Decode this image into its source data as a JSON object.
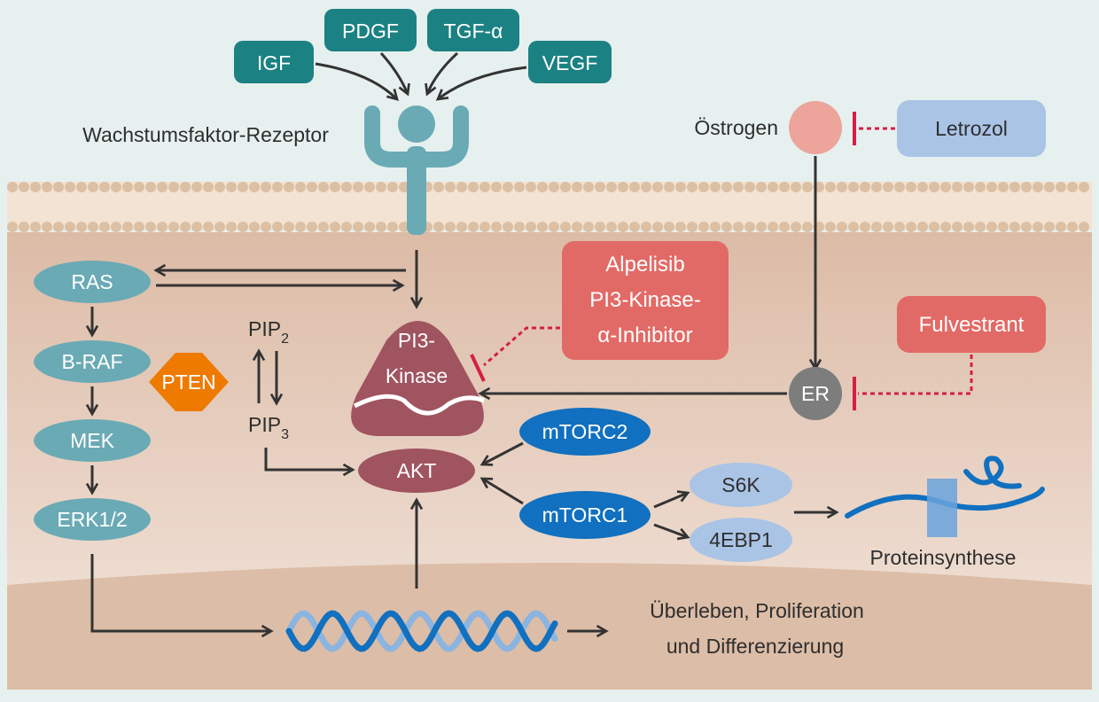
{
  "colors": {
    "background": "#e6f0ef",
    "membrane": "#f2e3d3",
    "lipid_head": "#dcc0a4",
    "cytoplasm_top": "#dcbba6",
    "cytoplasm_bottom": "#f2e4db",
    "nucleus": "#dcbda7",
    "growth_factor": "#1c8182",
    "receptor": "#6aaab5",
    "mapk_node": "#6aaab5",
    "pten": "#ee7a00",
    "pi3k_akt": "#a05460",
    "mtorc": "#1170bf",
    "mtorc_targets": "#aac4e6",
    "estrogen": "#eca49b",
    "letrozole": "#aac4e6",
    "er": "#7d7d7d",
    "drug": "#e26a66",
    "inhibition": "#d51f44",
    "arrow": "#333333",
    "dna_dark": "#1170bf",
    "dna_light": "#8bb4e0"
  },
  "growth_factors": {
    "igf": "IGF",
    "pdgf": "PDGF",
    "tgf": "TGF-α",
    "vegf": "VEGF"
  },
  "receptor_label": "Wachstumsfaktor-Rezeptor",
  "estrogen_label": "Östrogen",
  "letrozole": "Letrozol",
  "mapk": {
    "ras": "RAS",
    "braf": "B-RAF",
    "mek": "MEK",
    "erk": "ERK1/2"
  },
  "pten": "PTEN",
  "pip": {
    "pip2_base": "PIP",
    "pip2_sub": "2",
    "pip3_base": "PIP",
    "pip3_sub": "3"
  },
  "pi3k": {
    "line1": "PI3-",
    "line2": "Kinase"
  },
  "alpelisib": {
    "line1": "Alpelisib",
    "line2": "PI3-Kinase-",
    "line3": "α-Inhibitor"
  },
  "fulvestrant": "Fulvestrant",
  "er": "ER",
  "akt": "AKT",
  "mtorc2": "mTORC2",
  "mtorc1": "mTORC1",
  "s6k": "S6K",
  "ebp1": "4EBP1",
  "protein_synthesis": "Proteinsynthese",
  "outcome": {
    "line1": "Überleben, Proliferation",
    "line2": "und Differenzierung"
  }
}
